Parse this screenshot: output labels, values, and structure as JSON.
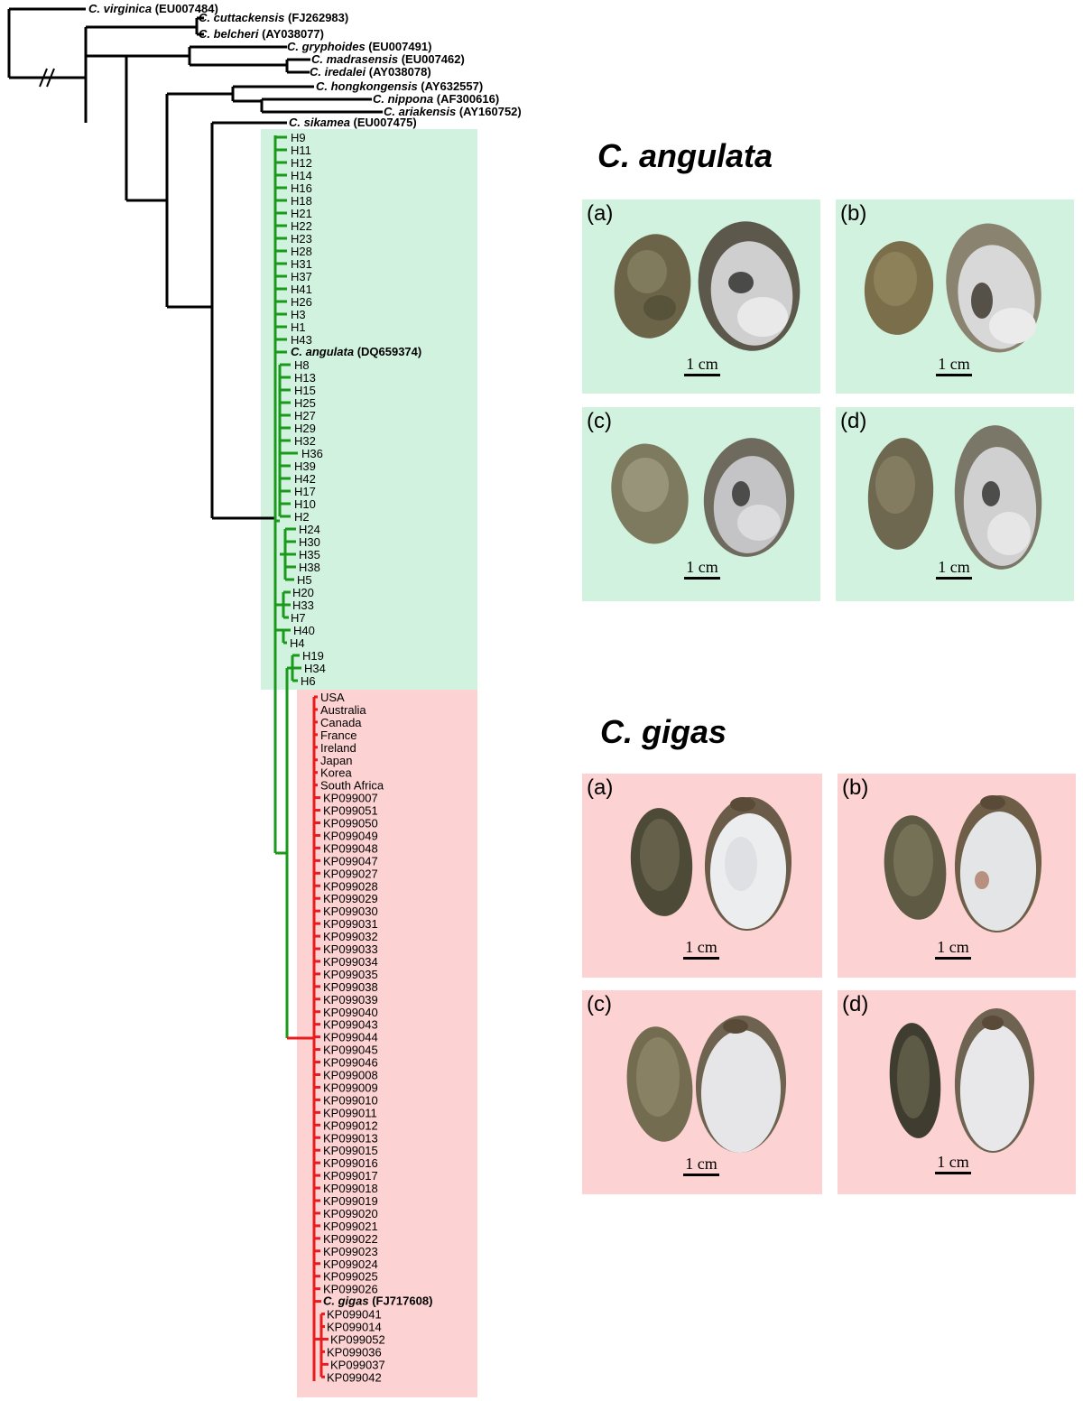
{
  "figure": {
    "outgroups": [
      {
        "genus": "C.",
        "species": "virginica",
        "accession": "(EU007484)"
      },
      {
        "genus": "C.",
        "species": "cuttackensis",
        "accession": "(FJ262983)"
      },
      {
        "genus": "C.",
        "species": "belcheri",
        "accession": "(AY038077)"
      },
      {
        "genus": "C.",
        "species": "gryphoides",
        "accession": "(EU007491)"
      },
      {
        "genus": "C.",
        "species": "madrasensis",
        "accession": "(EU007462)"
      },
      {
        "genus": "C.",
        "species": "iredalei",
        "accession": "(AY038078)"
      },
      {
        "genus": "C.",
        "species": "hongkongensis",
        "accession": "(AY632557)"
      },
      {
        "genus": "C.",
        "species": "nippona",
        "accession": "(AF300616)"
      },
      {
        "genus": "C.",
        "species": "ariakensis",
        "accession": "(AY160752)"
      },
      {
        "genus": "C.",
        "species": "sikamea",
        "accession": "(EU007475)"
      }
    ],
    "angulata_clade": {
      "color": "#1a9a1a",
      "background": "#d2f2e0",
      "group1": [
        "H9",
        "H11",
        "H12",
        "H14",
        "H16",
        "H18",
        "H21",
        "H22",
        "H23",
        "H28",
        "H31",
        "H37",
        "H41",
        "H26",
        "H3",
        "H1",
        "H43"
      ],
      "reference": {
        "genus": "C.",
        "species": "angulata",
        "accession": "(DQ659374)"
      },
      "group2": [
        "H8",
        "H13",
        "H15",
        "H25",
        "H27",
        "H29",
        "H32",
        "H36",
        "H39",
        "H42",
        "H17",
        "H10",
        "H2"
      ],
      "group3": [
        "H24",
        "H30",
        "H35",
        "H38",
        "H5"
      ],
      "group4": [
        "H20",
        "H33",
        "H7"
      ],
      "group5": [
        "H40",
        "H4"
      ],
      "group6": [
        "H19",
        "H34",
        "H6"
      ]
    },
    "gigas_clade": {
      "color": "#e81c1c",
      "background": "#fcd2d2",
      "tips": [
        "USA",
        "Australia",
        "Canada",
        "France",
        "Ireland",
        "Japan",
        "Korea",
        "South Africa",
        "KP099007",
        "KP099051",
        "KP099050",
        "KP099049",
        "KP099048",
        "KP099047",
        "KP099027",
        "KP099028",
        "KP099029",
        "KP099030",
        "KP099031",
        "KP099032",
        "KP099033",
        "KP099034",
        "KP099035",
        "KP099038",
        "KP099039",
        "KP099040",
        "KP099043",
        "KP099044",
        "KP099045",
        "KP099046",
        "KP099008",
        "KP099009",
        "KP099010",
        "KP099011",
        "KP099012",
        "KP099013",
        "KP099015",
        "KP099016",
        "KP099017",
        "KP099018",
        "KP099019",
        "KP099020",
        "KP099021",
        "KP099022",
        "KP099023",
        "KP099024",
        "KP099025",
        "KP099026"
      ],
      "reference": {
        "genus": "C.",
        "species": "gigas",
        "accession": "(FJ717608)"
      },
      "subclade": [
        "KP099041",
        "KP099014",
        "KP099052",
        "KP099036",
        "KP099037",
        "KP099042"
      ]
    }
  },
  "angulata_section": {
    "title": "C. angulata",
    "background": "#d2f2e0",
    "panels": [
      {
        "label": "(a)",
        "scale": "1 cm"
      },
      {
        "label": "(b)",
        "scale": "1 cm"
      },
      {
        "label": "(c)",
        "scale": "1 cm"
      },
      {
        "label": "(d)",
        "scale": "1 cm"
      }
    ]
  },
  "gigas_section": {
    "title": "C. gigas",
    "background": "#fcd2d2",
    "panels": [
      {
        "label": "(a)",
        "scale": "1 cm"
      },
      {
        "label": "(b)",
        "scale": "1 cm"
      },
      {
        "label": "(c)",
        "scale": "1 cm"
      },
      {
        "label": "(d)",
        "scale": "1 cm"
      }
    ]
  }
}
